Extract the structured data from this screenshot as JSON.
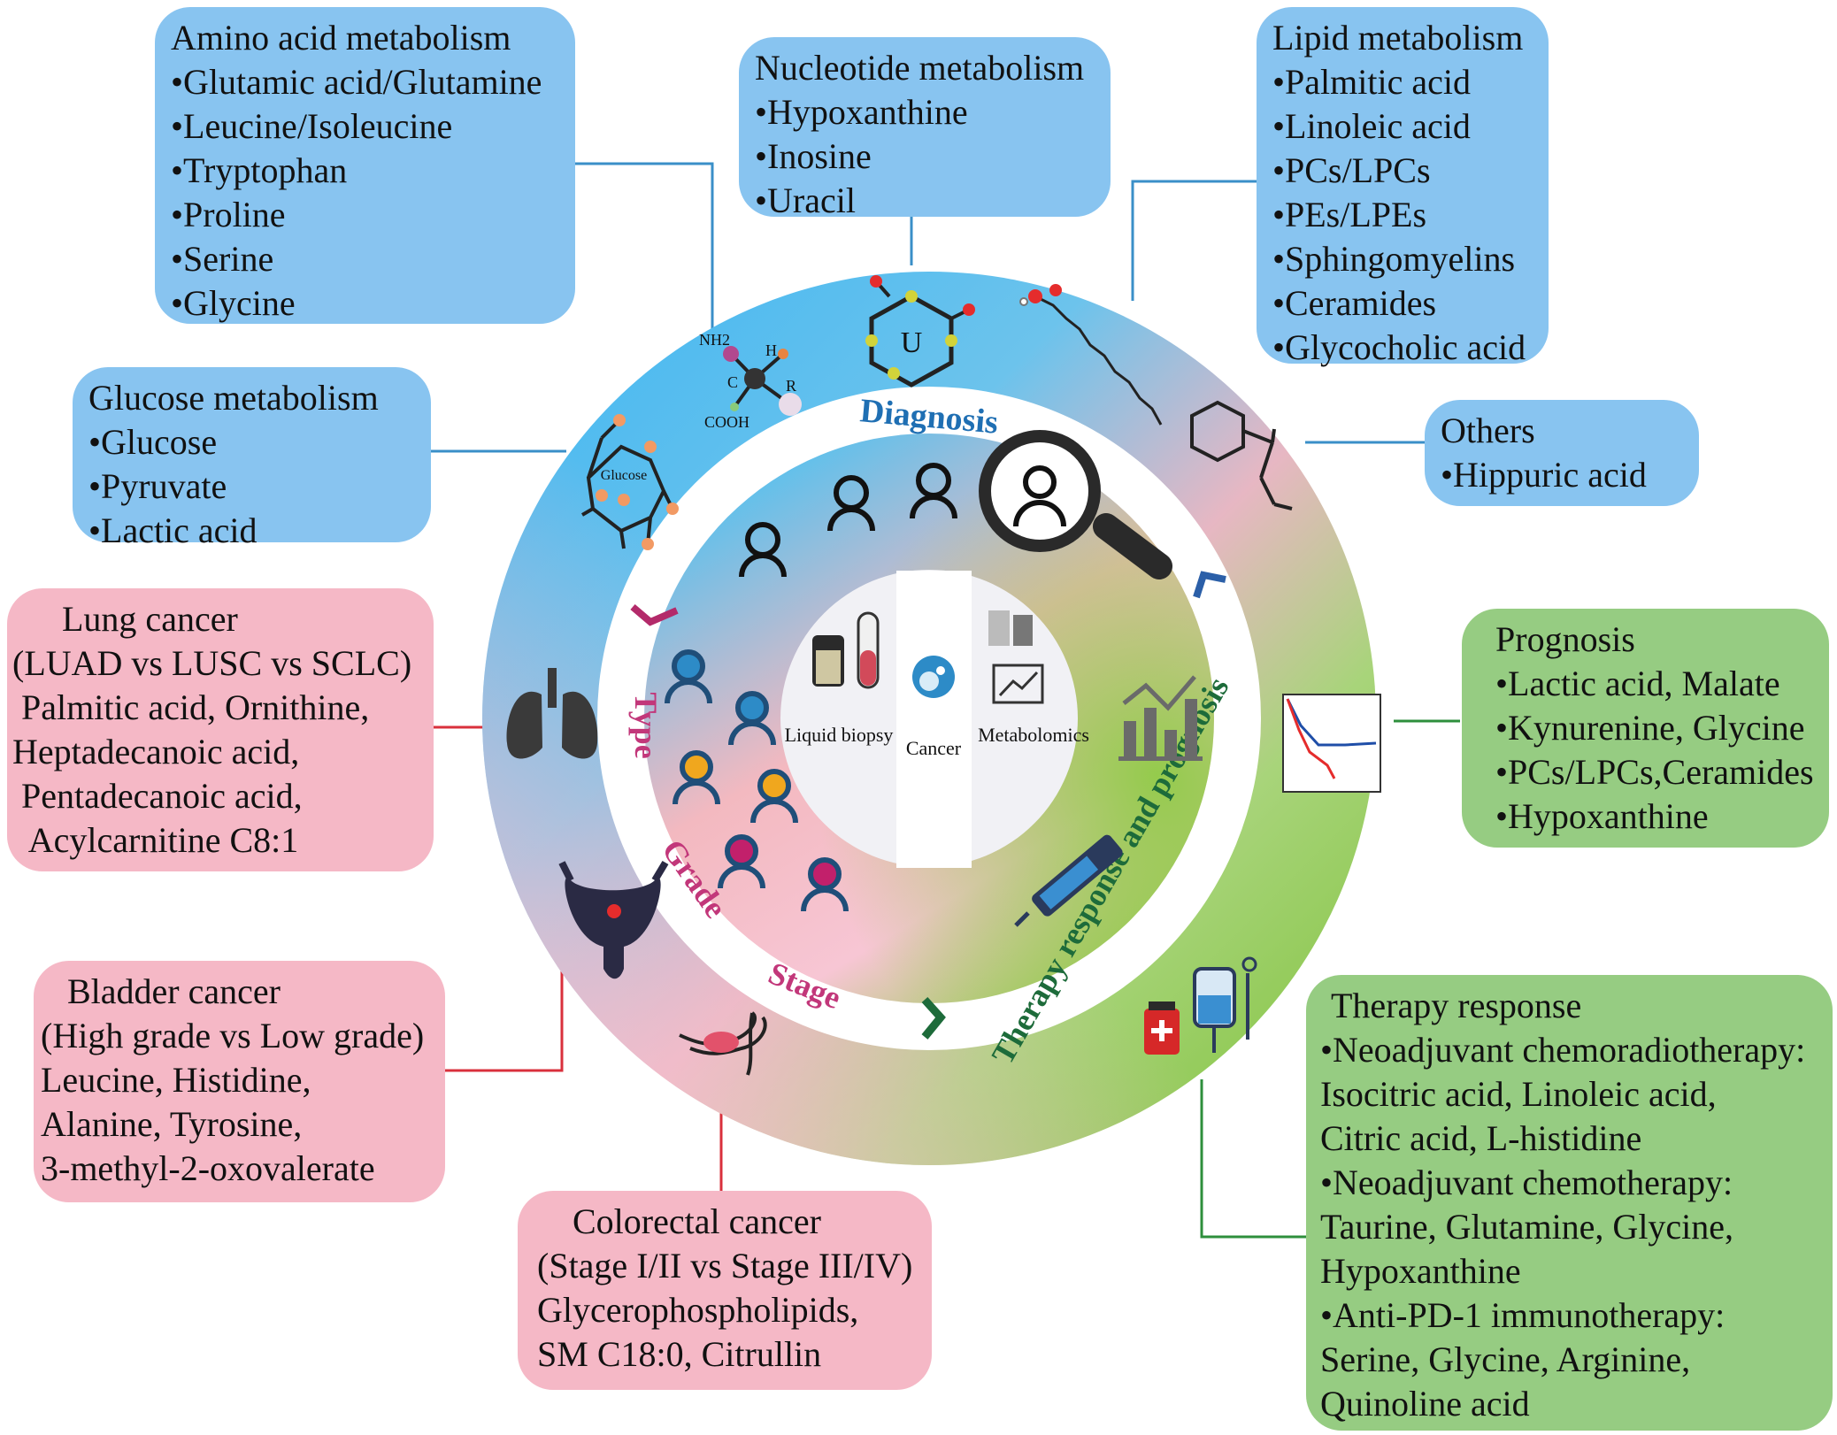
{
  "boxes": {
    "amino": {
      "title": "Amino acid metabolism",
      "items": [
        "•Glutamic acid/Glutamine",
        "•Leucine/Isoleucine",
        "•Tryptophan",
        "•Proline",
        "•Serine",
        "•Glycine"
      ]
    },
    "nucleotide": {
      "title": "Nucleotide metabolism",
      "items": [
        "•Hypoxanthine",
        "•Inosine",
        "•Uracil"
      ]
    },
    "lipid": {
      "title": "Lipid metabolism",
      "items": [
        "•Palmitic acid",
        "•Linoleic acid",
        "•PCs/LPCs",
        "•PEs/LPEs",
        "•Sphingomyelins",
        "•Ceramides",
        "•Glycocholic acid"
      ]
    },
    "glucose": {
      "title": "Glucose  metabolism",
      "items": [
        "•Glucose",
        "•Pyruvate",
        "•Lactic acid"
      ]
    },
    "others": {
      "title": "Others",
      "items": [
        "•Hippuric acid"
      ]
    },
    "lung": {
      "title": "Lung cancer",
      "items": [
        "(LUAD vs LUSC vs SCLC)",
        " Palmitic acid, Ornithine,",
        "Heptadecanoic acid,",
        " Pentadecanoic acid,",
        "  Acylcarnitine C8:1"
      ]
    },
    "prognosis": {
      "title": "Prognosis",
      "items": [
        "•Lactic acid, Malate",
        "•Kynurenine, Glycine",
        "•PCs/LPCs,Ceramides",
        "•Hypoxanthine"
      ]
    },
    "bladder": {
      "title": "Bladder cancer",
      "items": [
        "(High grade vs Low grade)",
        "Leucine, Histidine,",
        "Alanine, Tyrosine,",
        "3-methyl-2-oxovalerate"
      ]
    },
    "colorectal": {
      "title": "Colorectal cancer",
      "items": [
        "(Stage I/II vs Stage III/IV)",
        "Glycerophospholipids,",
        "SM C18:0, Citrullin"
      ]
    },
    "therapy": {
      "title": "Therapy response",
      "items": [
        "•Neoadjuvant chemoradiotherapy:",
        "Isocitric acid, Linoleic acid,",
        "Citric acid, L-histidine",
        "•Neoadjuvant chemotherapy:",
        "Taurine, Glutamine, Glycine,",
        "Hypoxanthine",
        "•Anti-PD-1 immunotherapy:",
        "Serine, Glycine, Arginine,",
        "Quinoline acid"
      ]
    }
  },
  "ring_labels": {
    "diagnosis": "Diagnosis",
    "type": "Type",
    "grade": "Grade",
    "stage": "Stage",
    "therapy": "Therapy  response and  prognosis"
  },
  "center": {
    "liquid_biopsy": "Liquid biopsy",
    "cancer": "Cancer",
    "metabolomics": "Metabolomics"
  },
  "molecules": {
    "nh2": "NH2",
    "h": "H",
    "c": "C",
    "r": "R",
    "cooh": "COOH",
    "uracil_letter": "U",
    "glucose_label": "Glucose"
  },
  "colors": {
    "blue_box": "#88c4f0",
    "pink_box": "#f5b8c6",
    "green_box": "#96cc82",
    "diagnosis_text": "#1f6fb3",
    "type_text": "#c2377a",
    "therapy_text": "#1d6b3a"
  },
  "icons": [
    "amino-acid-icon",
    "uracil-icon",
    "fatty-acid-icon",
    "hippuric-acid-icon",
    "glucose-icon",
    "lung-icon",
    "bladder-icon",
    "colon-icon",
    "magnifier-icon",
    "bar-chart-icon",
    "survival-curve-icon",
    "syringe-icon",
    "iv-drip-icon",
    "medicine-bottle-icon",
    "sample-tube-icon",
    "cancer-cell-icon",
    "chart-icon",
    "device-icon",
    "person-icon"
  ]
}
